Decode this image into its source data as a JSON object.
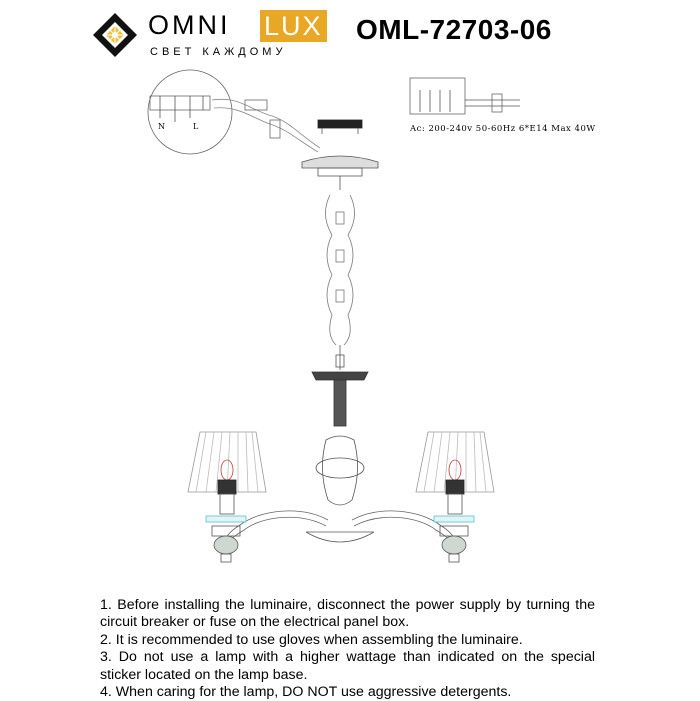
{
  "brand": {
    "name_left": "OMNI",
    "name_right": "LUX",
    "tagline": "СВЕТ КАЖДОМУ",
    "accent": "#e8a826"
  },
  "model": "OML-72703-06",
  "diagram": {
    "wire_label_n": "N",
    "wire_label_l": "L",
    "spec": "Ac: 200-240v  50-60Hz  6*E14 Max 40W"
  },
  "instructions": [
    "1. Before installing the luminaire, disconnect the power supply by turning the circuit breaker or fuse on the electrical panel box.",
    "2. It is recommended to use gloves when assembling the luminaire.",
    "3. Do not use a lamp with a higher wattage than indicated on the special sticker located on the lamp base.",
    "4. When caring for the lamp, DO NOT use aggressive detergents."
  ]
}
